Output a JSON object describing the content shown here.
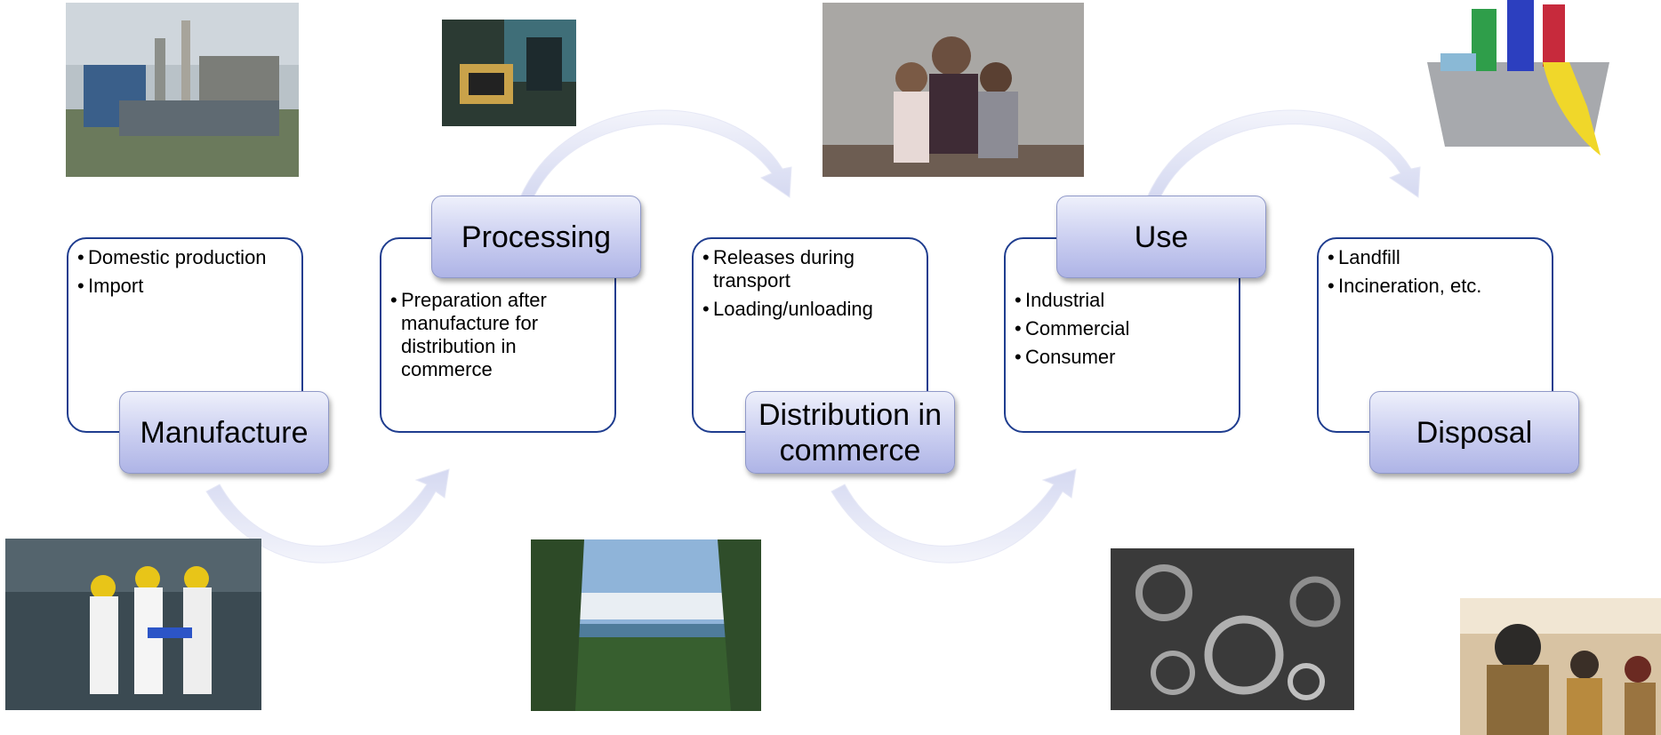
{
  "stages": [
    {
      "title": "Manufacture",
      "bullets": [
        "Domestic production",
        "Import"
      ]
    },
    {
      "title": "Processing",
      "bullets": [
        "Preparation after manufacture for distribution in commerce"
      ]
    },
    {
      "title": "Distribution in commerce",
      "bullets": [
        "Releases during transport",
        "Loading/unloading"
      ]
    },
    {
      "title": "Use",
      "bullets": [
        "Industrial",
        "Commercial",
        "Consumer"
      ]
    },
    {
      "title": "Disposal",
      "bullets": [
        "Landfill",
        "Incineration, etc."
      ]
    }
  ],
  "photos": [
    {
      "name": "refinery-photo"
    },
    {
      "name": "circuit-board-photo"
    },
    {
      "name": "family-photo"
    },
    {
      "name": "cleaning-supplies-photo"
    },
    {
      "name": "workers-photo"
    },
    {
      "name": "landscape-photo"
    },
    {
      "name": "gears-photo"
    },
    {
      "name": "firefighters-photo"
    }
  ],
  "colors": {
    "box_border": "#1f3d8f",
    "label_fill": "#c9cdf0",
    "arrow_fill": "#dde0f3"
  }
}
